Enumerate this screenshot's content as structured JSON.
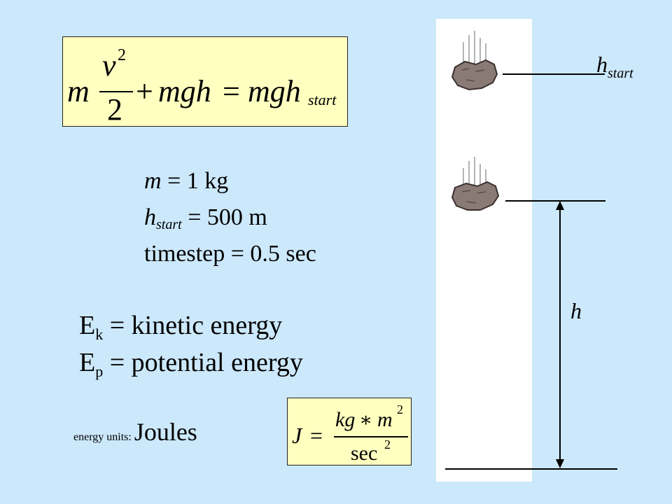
{
  "equation_main": {
    "m": "m",
    "v": "v",
    "exp2": "2",
    "denominator": "2",
    "plus": "+",
    "mgh": "mgh",
    "equals": "=",
    "mgh_right": "mgh",
    "subscript": "start"
  },
  "params": {
    "m_symbol": "m",
    "m_value": " = 1 kg",
    "hstart_symbol": "h",
    "hstart_sub": "start",
    "hstart_value": " = 500 m",
    "timestep": "timestep = 0.5 sec"
  },
  "definitions": {
    "ek_symbol": "E",
    "ek_sub": "k",
    "ek_text": " = kinetic energy",
    "ep_symbol": "E",
    "ep_sub": "p",
    "ep_text": " = potential energy"
  },
  "units": {
    "label": "energy units: ",
    "name": "Joules",
    "formula": {
      "lhs": "J",
      "equals": "=",
      "numerator_kg": "kg",
      "times": "∗",
      "numerator_m": "m",
      "exp2a": "2",
      "denominator": "sec",
      "exp2b": "2"
    }
  },
  "diagram": {
    "hstart_label": "h",
    "hstart_sub": "start",
    "h_label": "h"
  },
  "colors": {
    "background": "#cce8fb",
    "equation_box": "#ffffc0",
    "panel": "#ffffff",
    "rock": "#8a7a76"
  }
}
